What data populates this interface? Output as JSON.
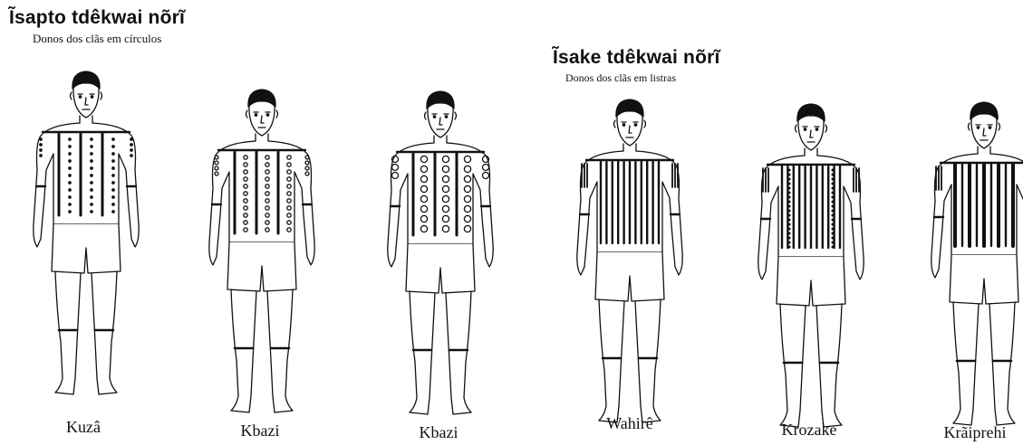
{
  "groups": {
    "circles": {
      "title": "Ĩsapto tdêkwai nõrĩ",
      "subtitle": "Donos dos clãs em círculos"
    },
    "stripes": {
      "title": "Ĩsake tdêkwai nõrĩ",
      "subtitle": "Donos dos clãs em listras"
    }
  },
  "figures": [
    {
      "name": "Kuzâ",
      "pattern": "dots"
    },
    {
      "name": "Kbazi",
      "pattern": "small-circles"
    },
    {
      "name": "Kbazi",
      "pattern": "large-circles"
    },
    {
      "name": "Wahirê",
      "pattern": "stripes"
    },
    {
      "name": "Krozake",
      "pattern": "stripes-dotted"
    },
    {
      "name": "Krãiprehi",
      "pattern": "stripes-wide"
    }
  ]
}
